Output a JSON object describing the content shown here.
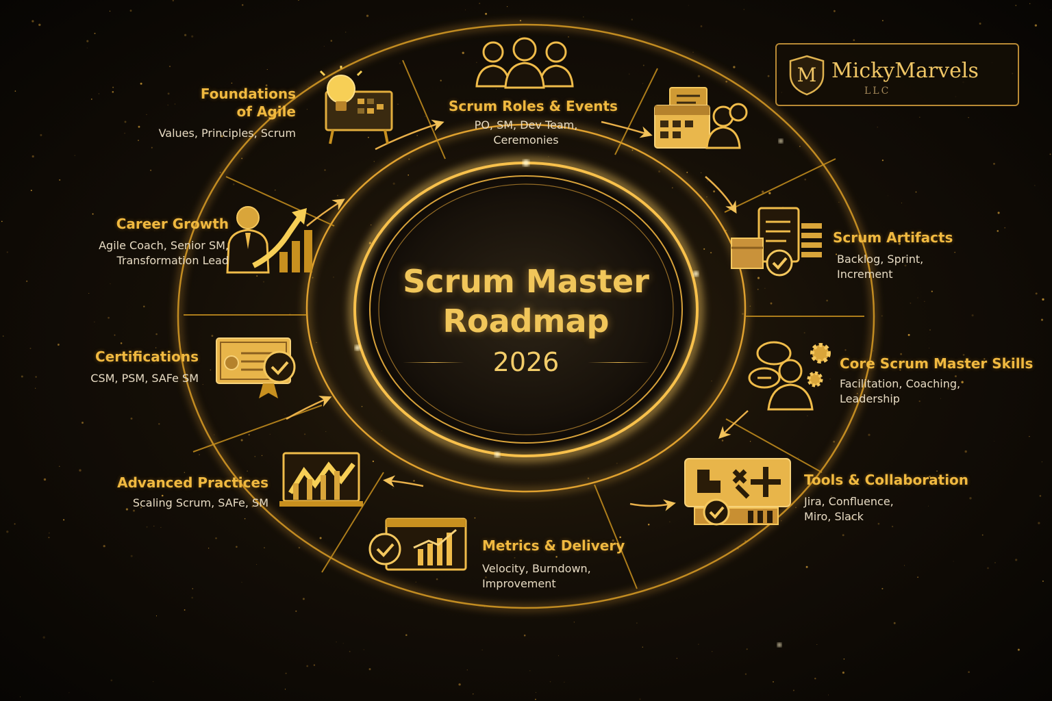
{
  "title": {
    "line1": "Scrum Master",
    "line2": "Roadmap",
    "year": "2026"
  },
  "brand": {
    "name": "MickyMarvels",
    "suffix": "LLC",
    "monogram": "M"
  },
  "colors": {
    "gold": "#f0b940",
    "gold_light": "#f6d27a",
    "background": "#120c05",
    "text_light": "#e8dcc4"
  },
  "nodes": [
    {
      "id": "foundations",
      "title_lines": [
        "Foundations",
        "of Agile"
      ],
      "subtitle_lines": [
        "Values, Principles, Scrum"
      ],
      "icon": "lightbulb-board-icon"
    },
    {
      "id": "roles",
      "title_lines": [
        "Scrum Roles & Events"
      ],
      "subtitle_lines": [
        "PO, SM, Dev Team,",
        "Ceremonies"
      ],
      "icon": "team-icon"
    },
    {
      "id": "planning",
      "title_lines": [],
      "subtitle_lines": [],
      "icon": "calendar-team-icon"
    },
    {
      "id": "artifacts",
      "title_lines": [
        "Scrum Artifacts"
      ],
      "subtitle_lines": [
        "Backlog, Sprint,",
        "Increment"
      ],
      "icon": "clipboard-check-icon"
    },
    {
      "id": "skills",
      "title_lines": [
        "Core Scrum Master Skills"
      ],
      "subtitle_lines": [
        "Facilitation, Coaching,",
        "Leadership"
      ],
      "icon": "speech-gear-icon"
    },
    {
      "id": "tools",
      "title_lines": [
        "Tools & Collaboration"
      ],
      "subtitle_lines": [
        "Jira, Confluence,",
        "Miro, Slack"
      ],
      "icon": "tools-icon"
    },
    {
      "id": "metrics",
      "title_lines": [
        "Metrics & Delivery"
      ],
      "subtitle_lines": [
        "Velocity, Burndown,",
        "Improvement"
      ],
      "icon": "chart-check-icon"
    },
    {
      "id": "advanced",
      "title_lines": [
        "Advanced Practices"
      ],
      "subtitle_lines": [
        "Scaling Scrum, SAFe, SM"
      ],
      "icon": "trend-chart-icon"
    },
    {
      "id": "certifications",
      "title_lines": [
        "Certifications"
      ],
      "subtitle_lines": [
        "CSM, PSM, SAFe SM"
      ],
      "icon": "certificate-icon"
    },
    {
      "id": "career",
      "title_lines": [
        "Career Growth"
      ],
      "subtitle_lines": [
        "Agile Coach, Senior SM,",
        "Transformation Lead"
      ],
      "icon": "growth-person-icon"
    }
  ]
}
